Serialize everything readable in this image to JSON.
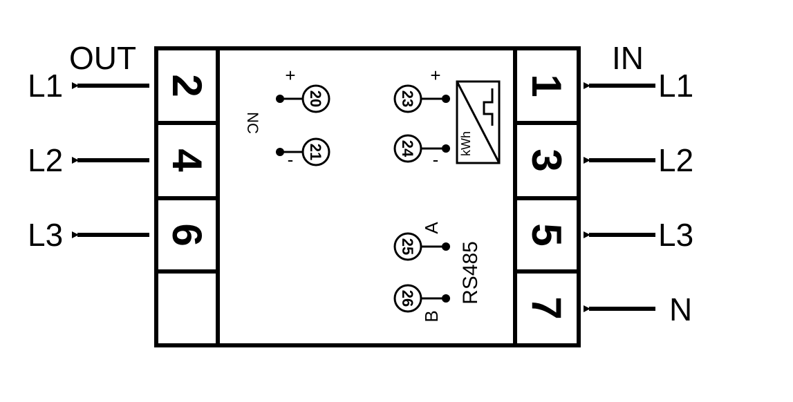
{
  "title_out": "OUT",
  "title_in": "IN",
  "left_terminals": [
    "2",
    "4",
    "6"
  ],
  "right_terminals": [
    "1",
    "3",
    "5",
    "7"
  ],
  "left_lines": [
    "L1",
    "L2",
    "L3"
  ],
  "right_lines": [
    "L1",
    "L2",
    "L3",
    "N"
  ],
  "nc_label": "NC",
  "nc_terminals": [
    {
      "num": "20",
      "sign": "+"
    },
    {
      "num": "21",
      "sign": "-"
    }
  ],
  "pulse_terminals": [
    {
      "num": "23",
      "sign": "+"
    },
    {
      "num": "24",
      "sign": "-"
    }
  ],
  "pulse_label": "kWh",
  "rs485_terminals": [
    {
      "num": "25",
      "sign": "A"
    },
    {
      "num": "26",
      "sign": "B"
    }
  ],
  "rs485_label": "RS485"
}
